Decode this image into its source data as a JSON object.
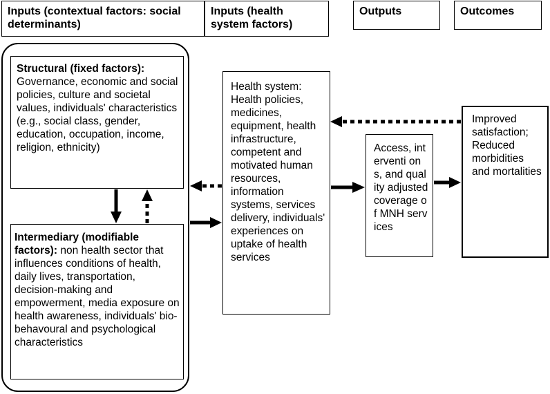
{
  "headers": {
    "inputs_contextual": "Inputs (contextual factors: social determinants)",
    "inputs_health": "Inputs (health system factors)",
    "outputs": "Outputs",
    "outcomes": "Outcomes"
  },
  "structural": {
    "title": "Structural (fixed factors):",
    "body": "Governance, economic and social policies, culture and societal values, individuals' characteristics (e.g., social class, gender, education, occupation, income, religion, ethnicity)"
  },
  "intermediary": {
    "title": "Intermediary (modifiable factors):",
    "body": " non health sector that influences conditions of health, daily lives, transportation, decision-making and empowerment, media exposure on health awareness, individuals' bio-behavoural and psychological characteristics"
  },
  "health_system": {
    "body": "Health system: Health policies, medicines, equipment, health infrastructure, competent and motivated human resources, information systems, services delivery, individuals' experiences on uptake of health services"
  },
  "outputs_box": {
    "body": "Access, interventi ons, and quality adjusted coverage of MNH services"
  },
  "outcomes_box": {
    "body": "Improved satisfaction; Reduced morbidities and mortalities"
  }
}
